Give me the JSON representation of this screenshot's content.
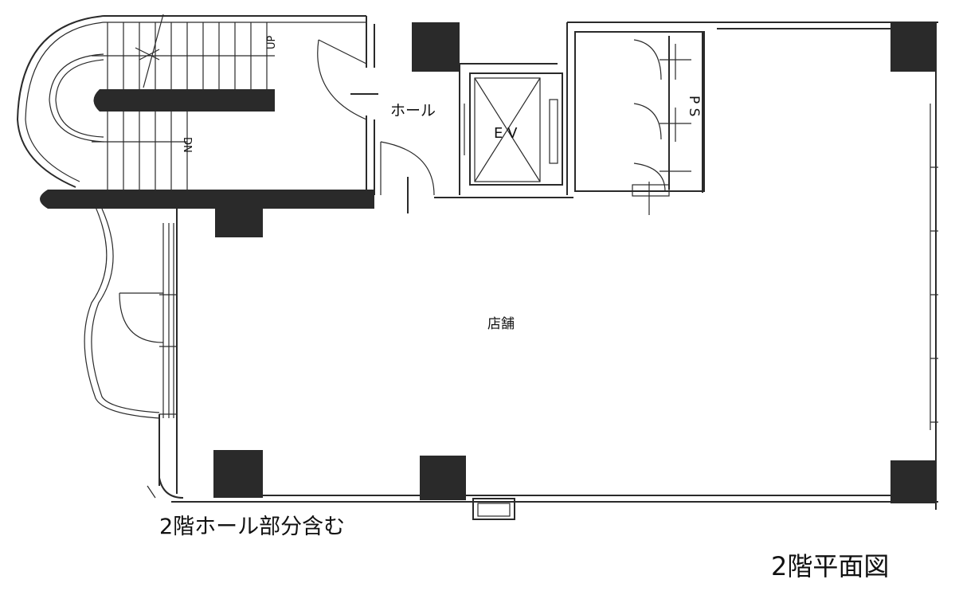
{
  "labels": {
    "hall": "ホール",
    "elevator": "E V",
    "pipe_space": "P S",
    "shop": "店舗",
    "stair_up": "UP",
    "stair_down": "DN",
    "note": "2階ホール部分含む",
    "title": "2階平面図"
  }
}
